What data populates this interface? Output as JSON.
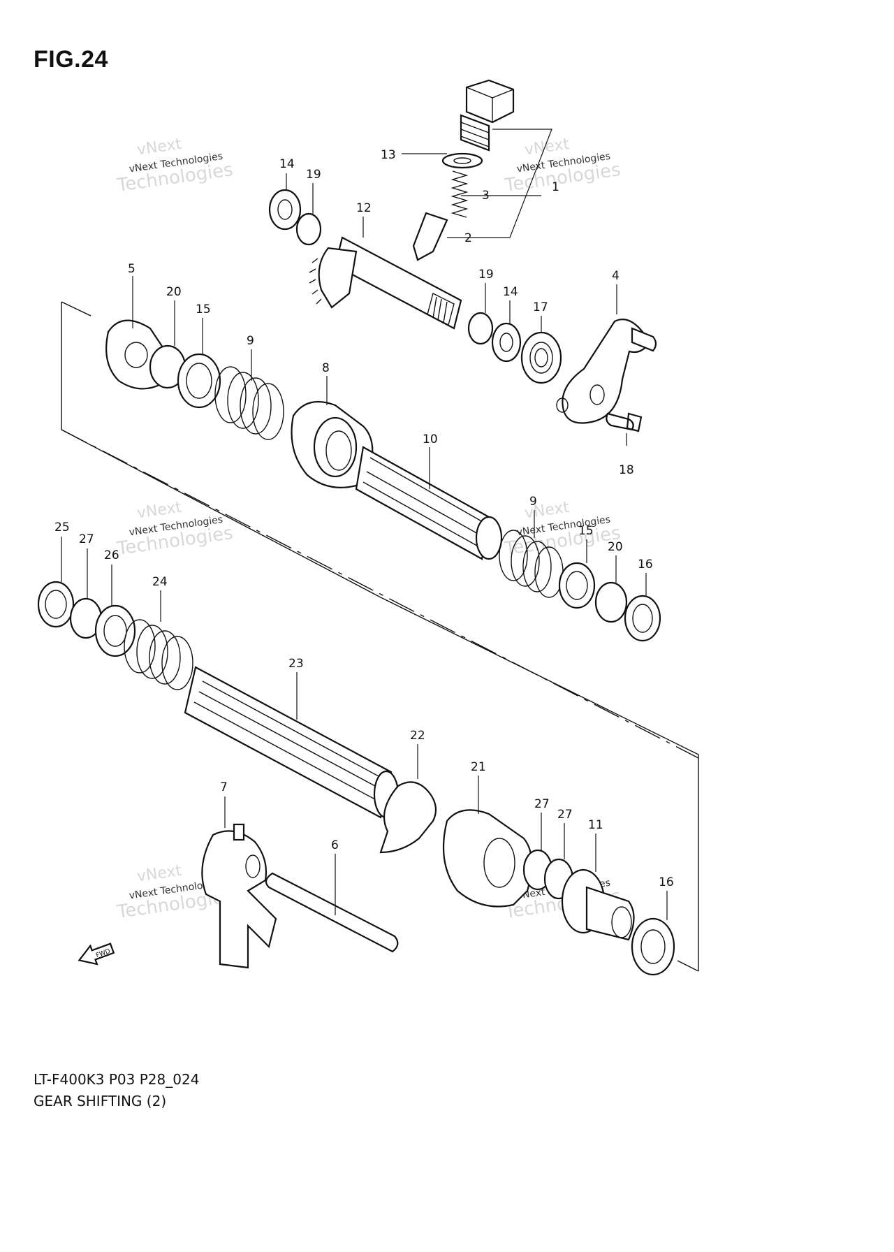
{
  "figure": {
    "title": "FIG.24"
  },
  "footer": {
    "model_code": "LT-F400K3 P03 P28_024",
    "caption": "GEAR SHIFTING (2)"
  },
  "watermark": {
    "line1": "vNext",
    "line2": "vNext Technologies",
    "line3": "Technologies"
  },
  "fwd_label": "FWD",
  "callouts": [
    "1",
    "2",
    "3",
    "4",
    "5",
    "6",
    "7",
    "8",
    "9",
    "10",
    "11",
    "12",
    "13",
    "14",
    "15",
    "16",
    "17",
    "18",
    "19",
    "20",
    "21",
    "22",
    "23",
    "24",
    "25",
    "26",
    "27"
  ],
  "colors": {
    "ink": "#111111",
    "watermark": "#d8d8d8",
    "paper": "#ffffff"
  }
}
